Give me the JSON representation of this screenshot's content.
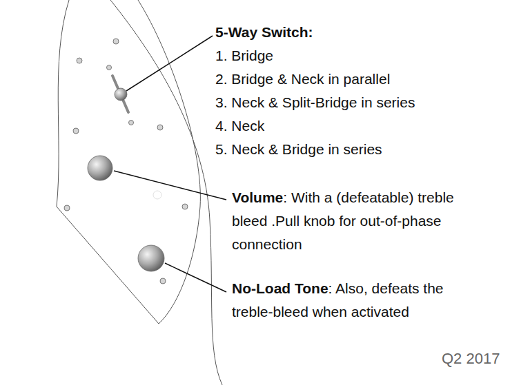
{
  "diagram": {
    "labels": [
      "5-Way Switch:",
      "1. Bridge",
      "2. Bridge & Neck in parallel",
      "3. Neck & Split-Bridge in series",
      "4. Neck",
      "5. Neck & Bridge in series",
      "Volume: With a (defeatable) treble bleed .Pull knob for out-of-phase connection",
      "No-Load Tone: Also, defeats the treble-bleed when activated",
      "Q2 2017"
    ]
  }
}
